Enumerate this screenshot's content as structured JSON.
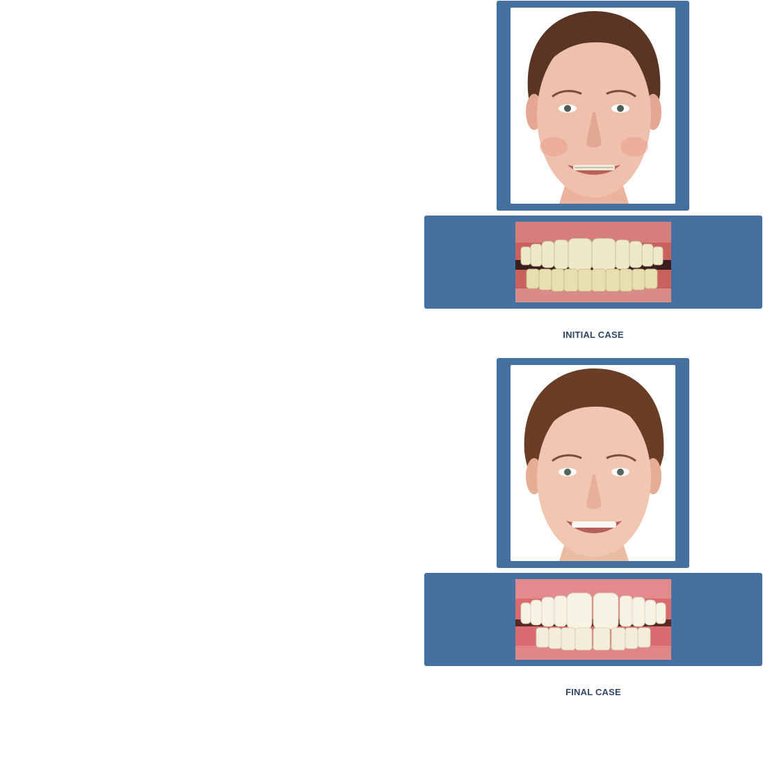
{
  "theme": {
    "frame_color": "#44719f",
    "caption_color": "#2f4564"
  },
  "cases": {
    "initial": {
      "caption": "INITIAL CASE",
      "portrait": "patient-portrait-before",
      "smile": "teeth-closeup-before"
    },
    "final": {
      "caption": "FINAL CASE",
      "portrait": "patient-portrait-after",
      "smile": "teeth-closeup-after"
    }
  }
}
